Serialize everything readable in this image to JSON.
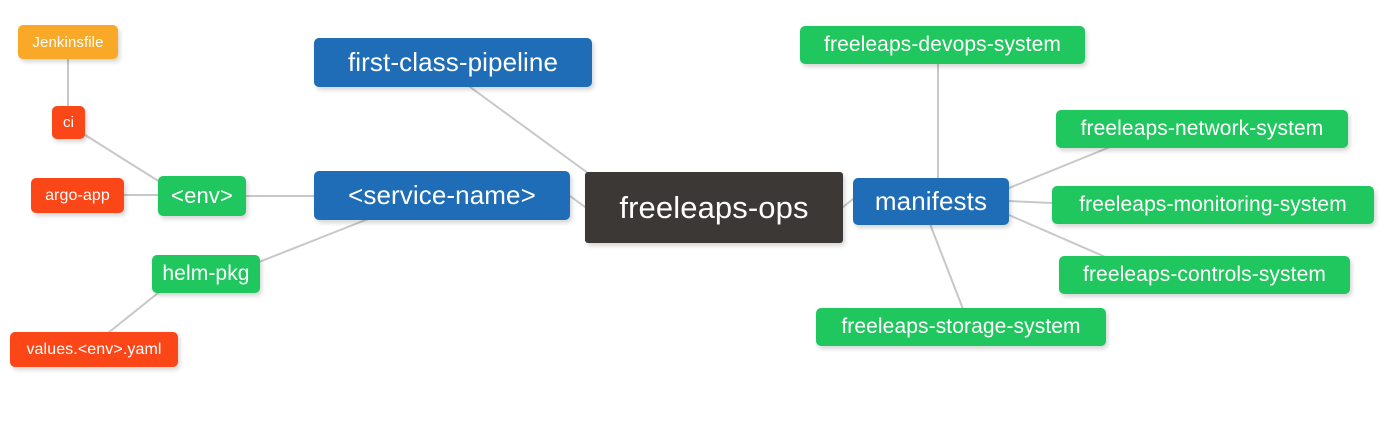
{
  "diagram": {
    "type": "mind-map",
    "title": "freeleaps-ops repository structure",
    "background": "#ffffff",
    "edge_color": "#c8c8c8",
    "palette": {
      "root": "#3b3835",
      "blue": "#1f6cb7",
      "green": "#20c75e",
      "red": "#fb4617",
      "orange": "#f9a927"
    }
  },
  "nodes": {
    "root": {
      "label": "freeleaps-ops"
    },
    "service_name": {
      "label": "<service-name>"
    },
    "first_class_pipeline": {
      "label": "first-class-pipeline"
    },
    "env": {
      "label": "<env>"
    },
    "ci": {
      "label": "ci"
    },
    "jenkinsfile": {
      "label": "Jenkinsfile"
    },
    "argo_app": {
      "label": "argo-app"
    },
    "helm_pkg": {
      "label": "helm-pkg"
    },
    "values_yaml": {
      "label": "values.<env>.yaml"
    },
    "manifests": {
      "label": "manifests"
    },
    "devops_system": {
      "label": "freeleaps-devops-system"
    },
    "network_system": {
      "label": "freeleaps-network-system"
    },
    "monitoring_system": {
      "label": "freeleaps-monitoring-system"
    },
    "controls_system": {
      "label": "freeleaps-controls-system"
    },
    "storage_system": {
      "label": "freeleaps-storage-system"
    }
  },
  "edges": [
    {
      "from": "root",
      "to": "service_name"
    },
    {
      "from": "root",
      "to": "manifests"
    },
    {
      "from": "root",
      "to": "first_class_pipeline"
    },
    {
      "from": "service_name",
      "to": "env"
    },
    {
      "from": "service_name",
      "to": "helm_pkg"
    },
    {
      "from": "env",
      "to": "ci"
    },
    {
      "from": "env",
      "to": "argo_app"
    },
    {
      "from": "ci",
      "to": "jenkinsfile"
    },
    {
      "from": "helm_pkg",
      "to": "values_yaml"
    },
    {
      "from": "manifests",
      "to": "devops_system"
    },
    {
      "from": "manifests",
      "to": "network_system"
    },
    {
      "from": "manifests",
      "to": "monitoring_system"
    },
    {
      "from": "manifests",
      "to": "controls_system"
    },
    {
      "from": "manifests",
      "to": "storage_system"
    }
  ]
}
